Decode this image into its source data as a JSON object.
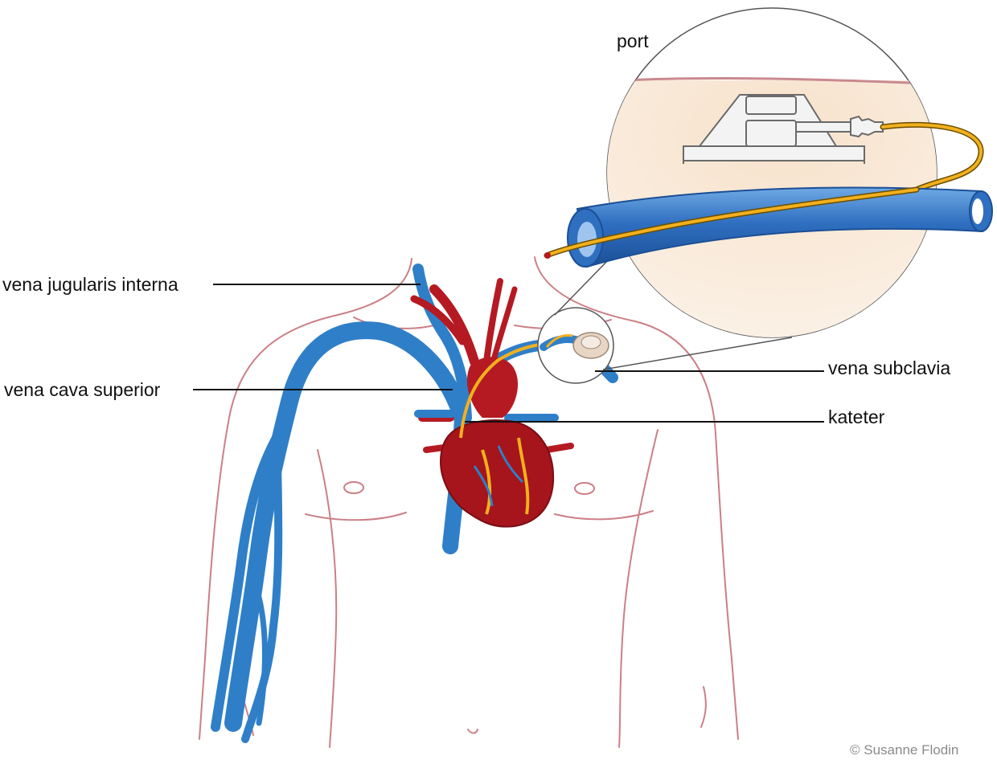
{
  "labels": {
    "port": "port",
    "vena_jugularis_interna": "vena jugularis interna",
    "vena_cava_superior": "vena cava superior",
    "vena_subclavia": "vena subclavia",
    "kateter": "kateter"
  },
  "credit": "© Susanne Flodin",
  "colors": {
    "vein": "#2f7fc8",
    "vein_dark": "#1c5fa8",
    "artery": "#b51a22",
    "heart": "#a6141c",
    "catheter": "#f2b01e",
    "skin": "#f7e3cf",
    "body_outline": "#cc7f86",
    "leader_line": "#111111"
  },
  "icons": {
    "zoom_circle": "magnified-port-detail",
    "port_device": "implanted-port-icon",
    "heart": "heart-icon"
  }
}
